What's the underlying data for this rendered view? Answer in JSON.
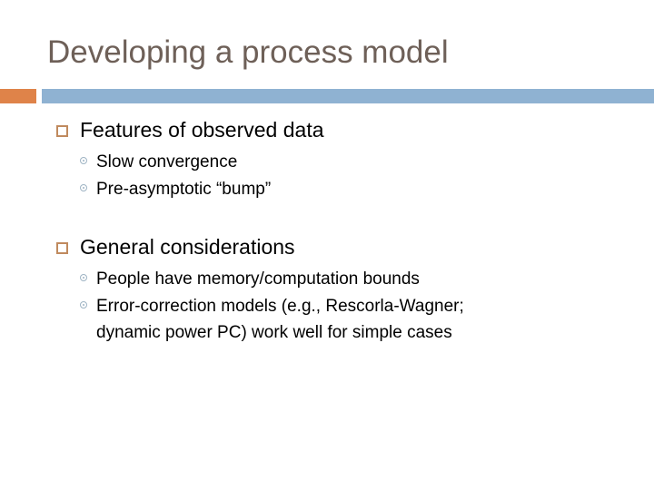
{
  "slide": {
    "title": "Developing a process model",
    "colors": {
      "title_text": "#6e6058",
      "accent_orange": "#df8349",
      "accent_blue": "#8fb2d2",
      "level1_bullet": "#c08a5e",
      "level2_bullet": "#9fb4c4",
      "body_text": "#000000",
      "background": "#ffffff"
    },
    "groups": [
      {
        "heading": "Features of observed data",
        "bullet_icon": "hollow-square-bullet",
        "items": [
          {
            "text": "Slow convergence",
            "bullet_icon": "ring-dot-bullet"
          },
          {
            "text": "Pre-asymptotic “bump”",
            "bullet_icon": "ring-dot-bullet"
          }
        ]
      },
      {
        "heading": "General considerations",
        "bullet_icon": "hollow-square-bullet",
        "items": [
          {
            "text": "People have memory/computation bounds",
            "bullet_icon": "ring-dot-bullet"
          },
          {
            "text": "Error-correction models (e.g., Rescorla-Wagner;",
            "text_line2": "dynamic power PC) work well for simple cases",
            "bullet_icon": "ring-dot-bullet"
          }
        ]
      }
    ]
  }
}
